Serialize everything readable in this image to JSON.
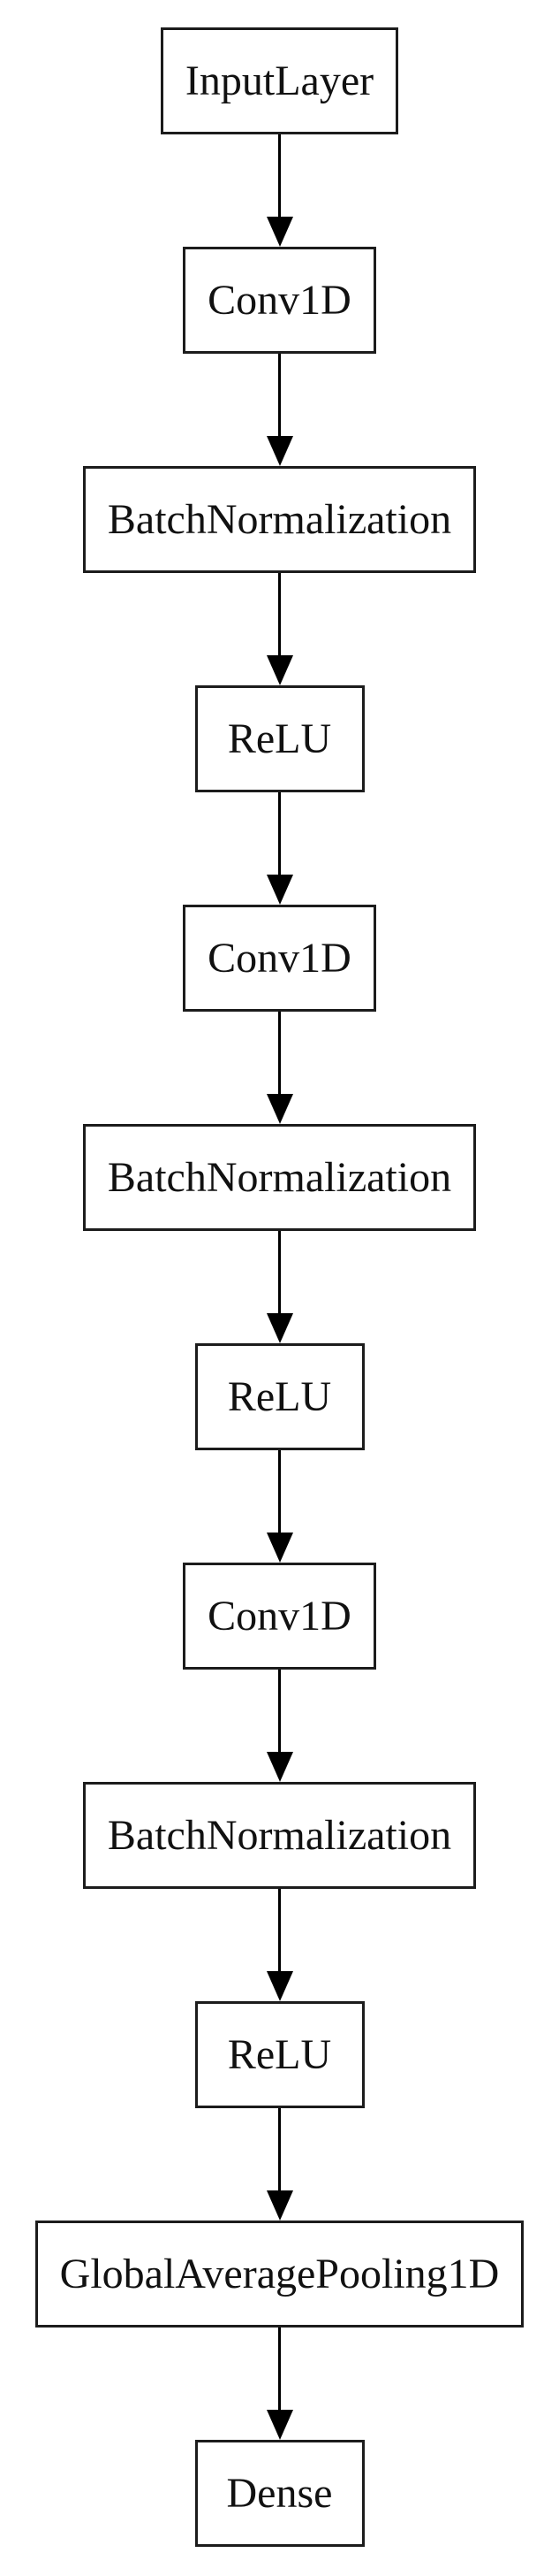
{
  "diagram": {
    "type": "flowchart",
    "orientation": "top-to-bottom",
    "nodes": [
      {
        "label": "InputLayer"
      },
      {
        "label": "Conv1D"
      },
      {
        "label": "BatchNormalization"
      },
      {
        "label": "ReLU"
      },
      {
        "label": "Conv1D"
      },
      {
        "label": "BatchNormalization"
      },
      {
        "label": "ReLU"
      },
      {
        "label": "Conv1D"
      },
      {
        "label": "BatchNormalization"
      },
      {
        "label": "ReLU"
      },
      {
        "label": "GlobalAveragePooling1D"
      },
      {
        "label": "Dense"
      }
    ],
    "edges": [
      [
        0,
        1
      ],
      [
        1,
        2
      ],
      [
        2,
        3
      ],
      [
        3,
        4
      ],
      [
        4,
        5
      ],
      [
        5,
        6
      ],
      [
        6,
        7
      ],
      [
        7,
        8
      ],
      [
        8,
        9
      ],
      [
        9,
        10
      ],
      [
        10,
        11
      ]
    ],
    "colors": {
      "background": "#ffffff",
      "border": "#1c1c1c",
      "text": "#111111",
      "arrow": "#000000"
    }
  }
}
